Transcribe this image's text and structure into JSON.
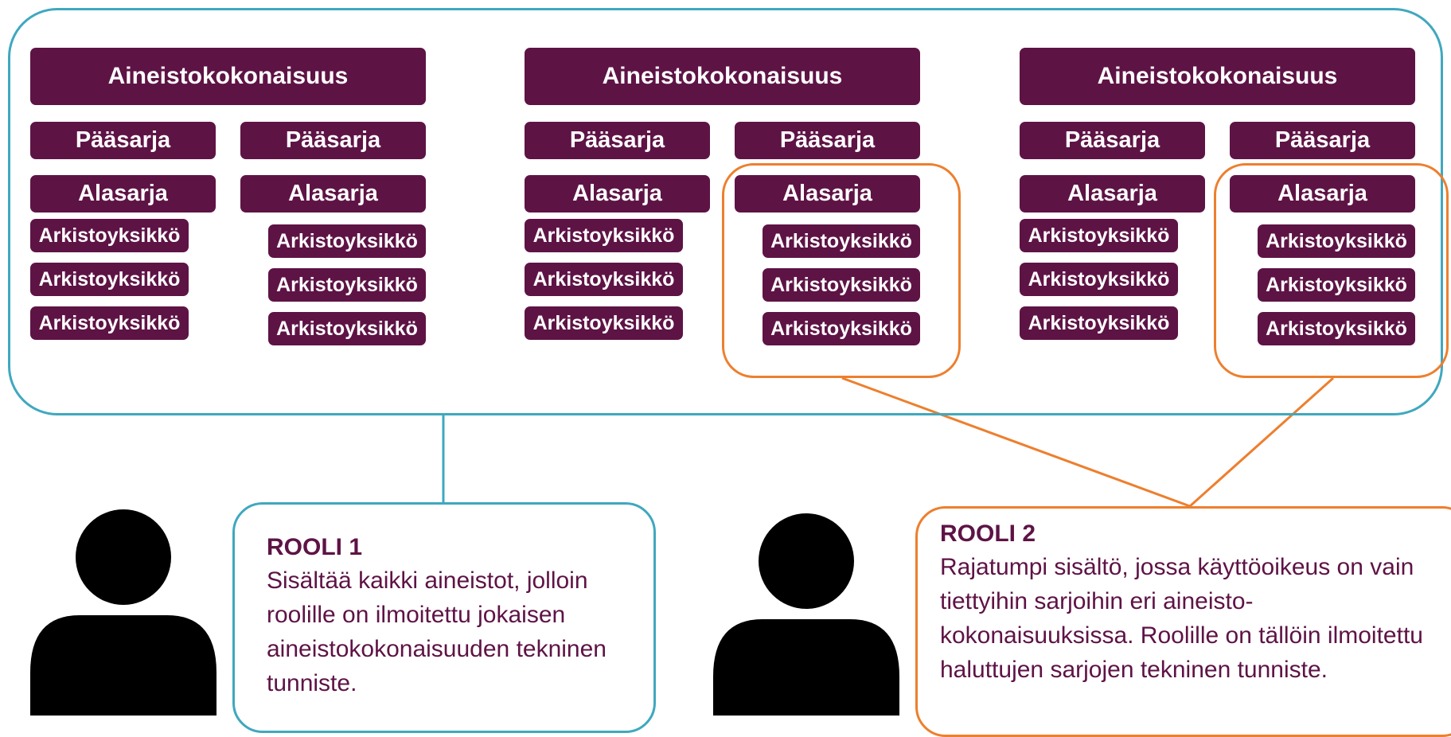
{
  "groups": [
    {
      "collection": "Aineistokokonaisuus",
      "columns": [
        {
          "main_series": "Pääsarja",
          "sub_series": "Alasarja",
          "units": [
            "Arkistoyksikkö",
            "Arkistoyksikkö",
            "Arkistoyksikkö"
          ]
        },
        {
          "main_series": "Pääsarja",
          "sub_series": "Alasarja",
          "units": [
            "Arkistoyksikkö",
            "Arkistoyksikkö",
            "Arkistoyksikkö"
          ]
        }
      ]
    },
    {
      "collection": "Aineistokokonaisuus",
      "columns": [
        {
          "main_series": "Pääsarja",
          "sub_series": "Alasarja",
          "units": [
            "Arkistoyksikkö",
            "Arkistoyksikkö",
            "Arkistoyksikkö"
          ]
        },
        {
          "main_series": "Pääsarja",
          "sub_series": "Alasarja",
          "units": [
            "Arkistoyksikkö",
            "Arkistoyksikkö",
            "Arkistoyksikkö"
          ]
        }
      ]
    },
    {
      "collection": "Aineistokokonaisuus",
      "columns": [
        {
          "main_series": "Pääsarja",
          "sub_series": "Alasarja",
          "units": [
            "Arkistoyksikkö",
            "Arkistoyksikkö",
            "Arkistoyksikkö"
          ]
        },
        {
          "main_series": "Pääsarja",
          "sub_series": "Alasarja",
          "units": [
            "Arkistoyksikkö",
            "Arkistoyksikkö",
            "Arkistoyksikkö"
          ]
        }
      ]
    }
  ],
  "roles": [
    {
      "title": "ROOLI 1",
      "text": "Sisältää kaikki aineistot, jolloin roolille on ilmoitettu jokaisen aineistokokonaisuuden tekninen tunniste."
    },
    {
      "title": "ROOLI 2",
      "text": "Rajatumpi sisältö, jossa käyttöoikeus on vain tiettyihin sarjoihin eri aineisto-kokonaisuuksissa. Roolille on tällöin ilmoitettu haluttujen sarjojen tekninen tunniste."
    }
  ],
  "colors": {
    "box_fill": "#5e1345",
    "role1_border": "#3fa8bf",
    "role2_border": "#ed7f2e",
    "text": "#5e1345"
  },
  "icons": [
    "person-icon",
    "person-icon"
  ]
}
